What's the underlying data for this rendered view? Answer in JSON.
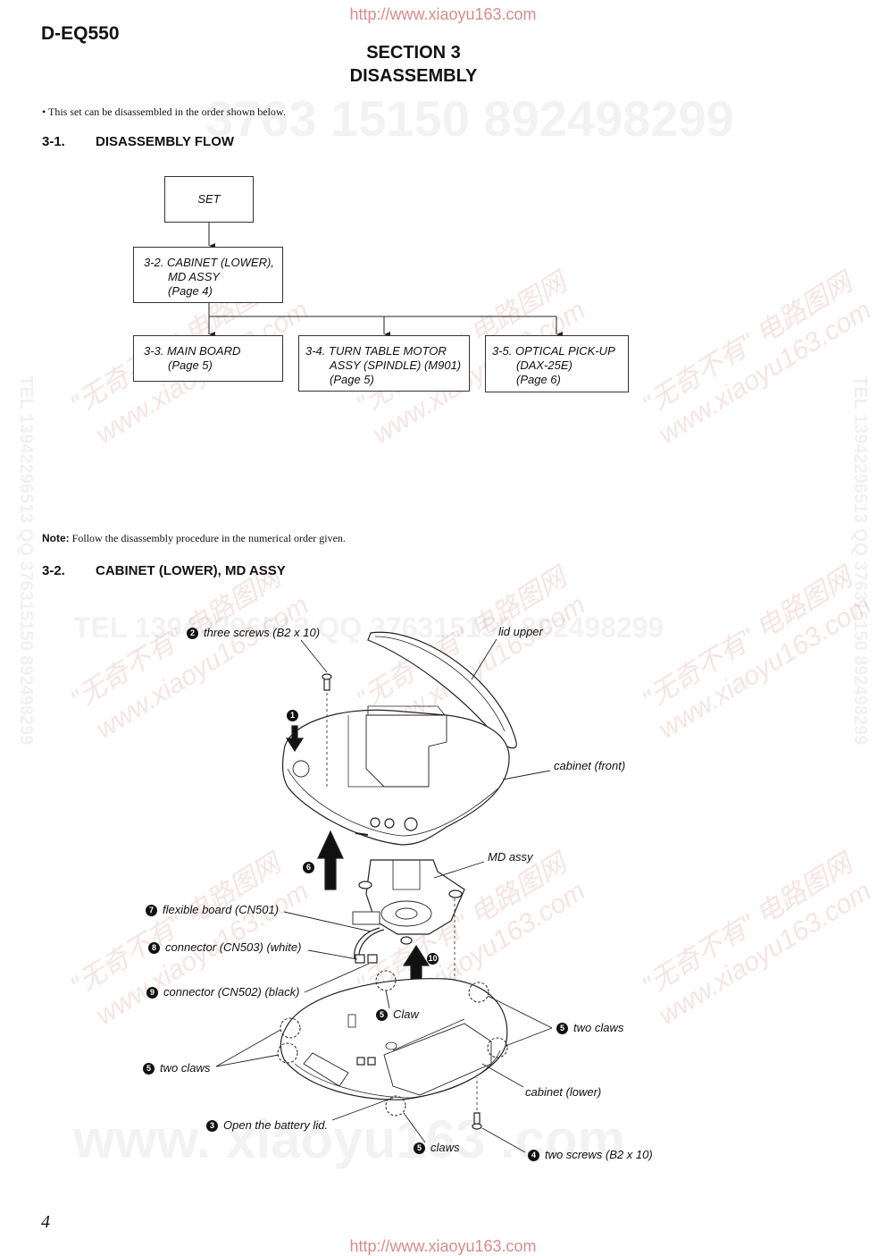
{
  "header": {
    "url_top": "http://www.xiaoyu163.com",
    "model": "D-EQ550",
    "section": "SECTION 3",
    "section_title": "DISASSEMBLY"
  },
  "intro": "• This set can be disassembled in the order shown below.",
  "flow": {
    "number": "3-1.",
    "title": "DISASSEMBLY FLOW",
    "set": "SET",
    "b32": {
      "line1": "3-2. CABINET (LOWER),",
      "line2": "MD ASSY",
      "line3": "(Page 4)"
    },
    "b33": {
      "line1": "3-3. MAIN BOARD",
      "line2": "(Page 5)"
    },
    "b34": {
      "line1": "3-4. TURN TABLE MOTOR",
      "line2": "ASSY (SPINDLE) (M901)",
      "line3": "(Page 5)"
    },
    "b35": {
      "line1": "3-5. OPTICAL PICK-UP",
      "line2": "(DAX-25E)",
      "line3": "(Page 6)"
    }
  },
  "note": {
    "label": "Note:",
    "text": " Follow the disassembly procedure in the numerical order given."
  },
  "cabinet": {
    "number": "3-2.",
    "title": "CABINET (LOWER),  MD  ASSY",
    "callouts": {
      "c1_num": "1",
      "c2_num": "2",
      "c2": "three screws (B2 x 10)",
      "lid_upper": "lid upper",
      "cabinet_front": "cabinet (front)",
      "c6_num": "6",
      "md_assy": "MD assy",
      "c7_num": "7",
      "c7": "flexible board (CN501)",
      "c8_num": "8",
      "c8": "connector (CN503) (white)",
      "c10_num": "10",
      "c9_num": "9",
      "c9": "connector (CN502) (black)",
      "c5a_num": "5",
      "c5a": "Claw",
      "c5b_num": "5",
      "c5b": "two claws",
      "c5c_num": "5",
      "c5c": "two claws",
      "cabinet_lower": "cabinet (lower)",
      "c3_num": "3",
      "c3": "Open the battery lid.",
      "c5d_num": "5",
      "c5d": "claws",
      "c4_num": "4",
      "c4": "two screws (B2 x 10)"
    }
  },
  "footer": {
    "page": "4",
    "url_bottom": "http://www.xiaoyu163.com"
  },
  "watermarks": {
    "big1": "3763 15150   892498299",
    "big2": "TEL 13942296513   QQ 376315150   892498299",
    "big3": "www. xiaoyu163 .com",
    "cn": "\"无奇不有\" 电路图网",
    "site": "www.xiaoyu163.com",
    "side": "TEL 13942296513  QQ 376315150  892498299"
  }
}
